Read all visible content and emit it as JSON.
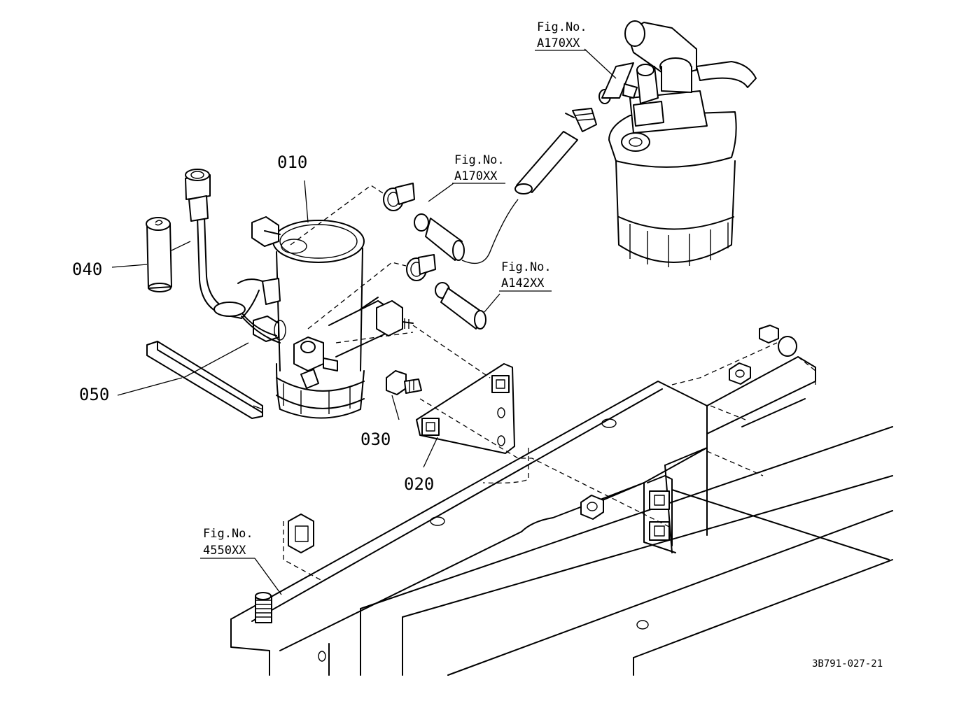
{
  "parts": {
    "p010": "010",
    "p020": "020",
    "p030": "030",
    "p040": "040",
    "p050": "050"
  },
  "fig_refs": {
    "top": {
      "caption": "Fig.No.",
      "number": "A170XX"
    },
    "mid": {
      "caption": "Fig.No.",
      "number": "A170XX"
    },
    "right": {
      "caption": "Fig.No.",
      "number": "A142XX"
    },
    "frame": {
      "caption": "Fig.No.",
      "number": "4550XX"
    }
  },
  "drawing_id": "3B791-027-21"
}
